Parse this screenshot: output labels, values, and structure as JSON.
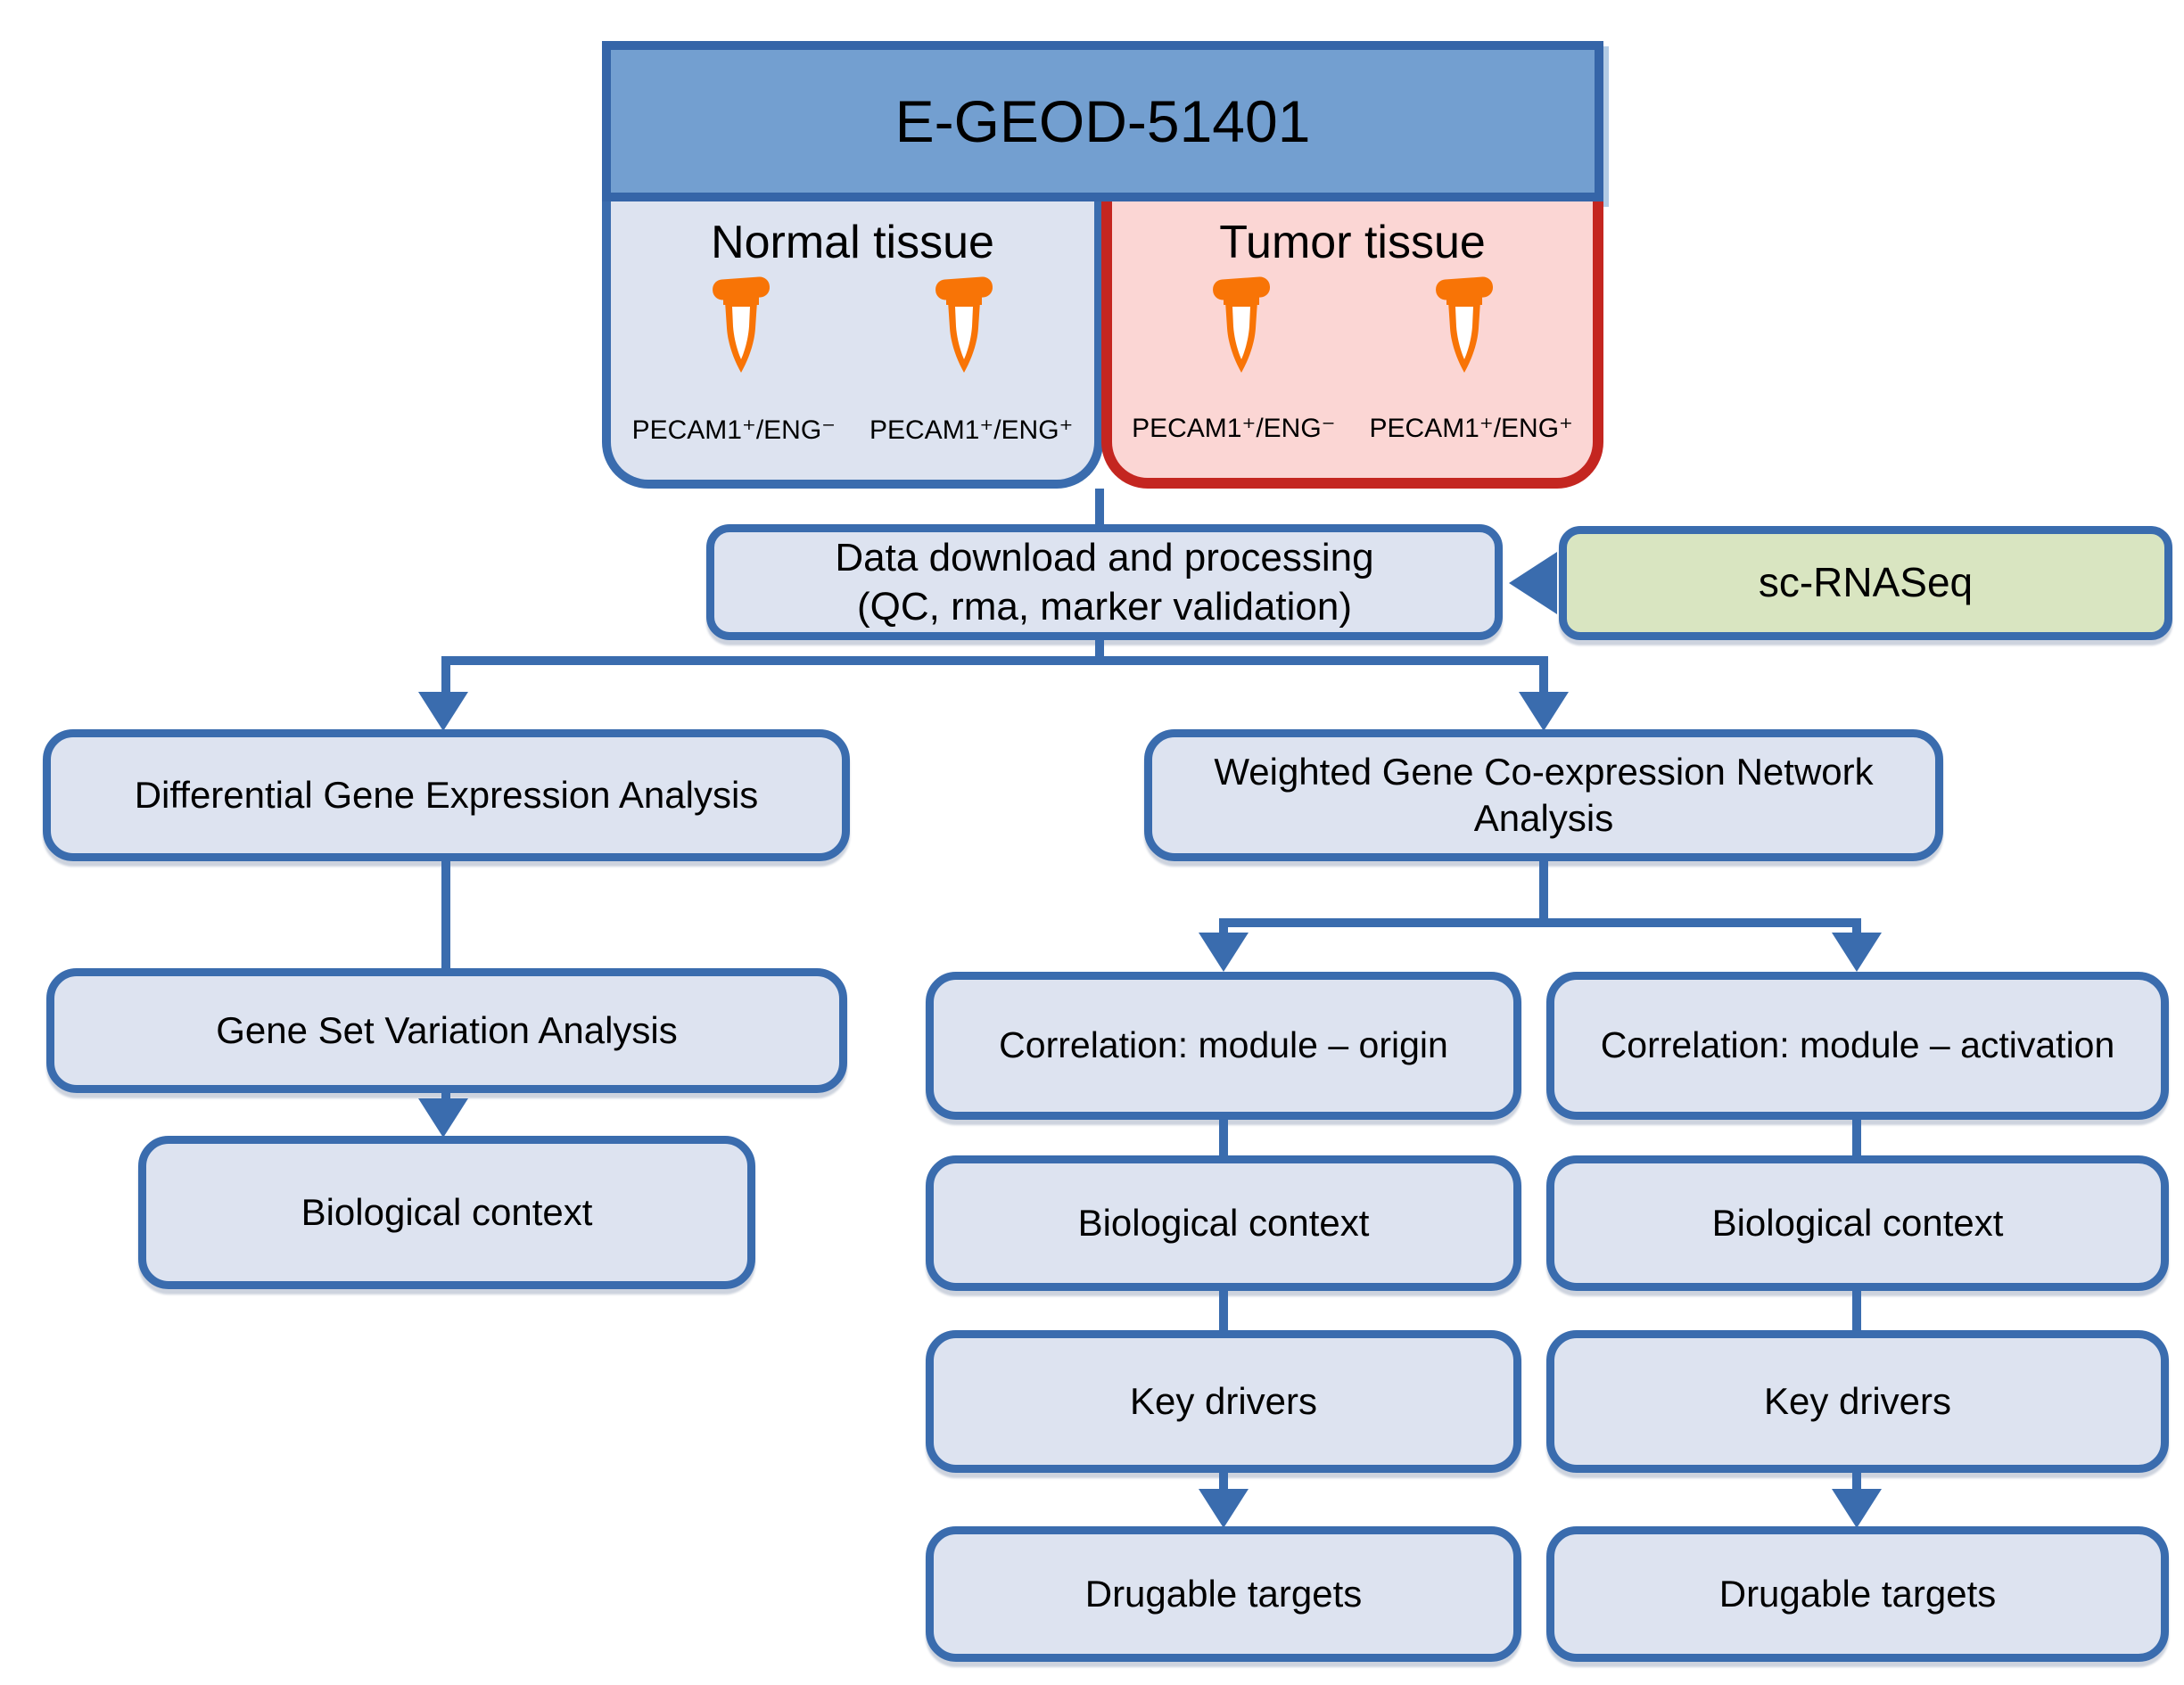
{
  "title": "E-GEOD-51401",
  "tissues": {
    "normal": {
      "label": "Normal tissue",
      "sample_left": "PECAM1⁺/ENG⁻",
      "sample_right": "PECAM1⁺/ENG⁺"
    },
    "tumor": {
      "label": "Tumor tissue",
      "sample_left": "PECAM1⁺/ENG⁻",
      "sample_right": "PECAM1⁺/ENG⁺"
    }
  },
  "processing": {
    "line1": "Data download and processing",
    "line2": "(QC, rma, marker validation)"
  },
  "side_input": {
    "label": "sc-RNASeq"
  },
  "left_branch": {
    "dgea": "Differential Gene Expression Analysis",
    "gsva": "Gene Set Variation Analysis",
    "bio_context": "Biological context"
  },
  "right_branch": {
    "wgcna": "Weighted Gene Co-expression Network Analysis",
    "origin": {
      "correlation": "Correlation: module – origin",
      "bio_context": "Biological context",
      "key_drivers": "Key drivers",
      "drugable_targets": "Drugable targets"
    },
    "activation": {
      "correlation": "Correlation: module – activation",
      "bio_context": "Biological context",
      "key_drivers": "Key drivers",
      "drugable_targets": "Drugable targets"
    }
  },
  "icons": {
    "tube": "microcentrifuge-tube-icon"
  },
  "colors": {
    "header_fill": "#739fd0",
    "header_border": "#3565a8",
    "node_fill": "#dde3f0",
    "node_border": "#3a6cae",
    "connector": "#3a6cae",
    "green_fill": "#d9e5c1",
    "pink_fill": "#fbd6d4",
    "red_border": "#c42620",
    "tube_orange": "#f87406"
  }
}
